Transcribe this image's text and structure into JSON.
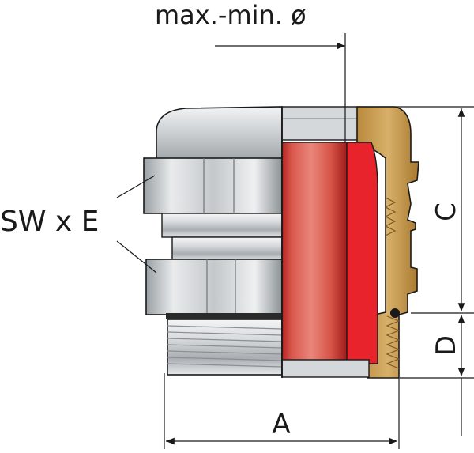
{
  "labels": {
    "top": "max.-min. ø",
    "left": "SW x E",
    "right_upper": "C",
    "right_lower": "D",
    "bottom": "A"
  },
  "colors": {
    "seal_red": "#e8232b",
    "seal_red_dark": "#9c1a1d",
    "brass": "#c9a054",
    "brass_dark": "#7a5b25",
    "metal_light": "#e3e6e8",
    "metal_mid": "#b7bcc0",
    "metal_dark": "#6f7478",
    "line": "#1a1a1a"
  }
}
